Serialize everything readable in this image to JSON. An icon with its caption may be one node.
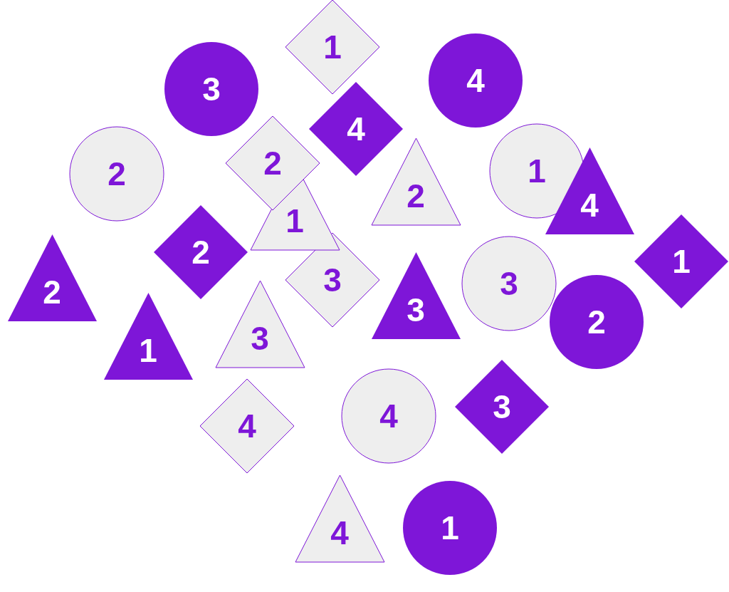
{
  "diagram": {
    "nodes": [
      {
        "text": [
          "1"
        ]
      },
      {
        "text": [
          "4"
        ]
      },
      {
        "text": [
          "3"
        ]
      },
      {
        "text": [
          "4"
        ]
      },
      {
        "text": [
          "2"
        ]
      },
      {
        "text": [
          "2"
        ]
      },
      {
        "text": [
          "1"
        ]
      },
      {
        "text": [
          "2"
        ]
      },
      {
        "text": [
          "4"
        ]
      },
      {
        "text": [
          "1"
        ]
      },
      {
        "text": [
          "2"
        ]
      },
      {
        "text": [
          "2"
        ]
      },
      {
        "text": [
          "3"
        ]
      },
      {
        "text": [
          "3"
        ]
      },
      {
        "text": [
          "1"
        ]
      },
      {
        "text": [
          "3"
        ]
      },
      {
        "text": [
          "1"
        ]
      },
      {
        "text": [
          "3"
        ]
      },
      {
        "text": [
          "2"
        ]
      },
      {
        "text": [
          "3"
        ]
      },
      {
        "text": [
          "4"
        ]
      },
      {
        "text": [
          "4"
        ]
      },
      {
        "text": [
          "4"
        ]
      },
      {
        "text": [
          "1"
        ]
      }
    ]
  }
}
